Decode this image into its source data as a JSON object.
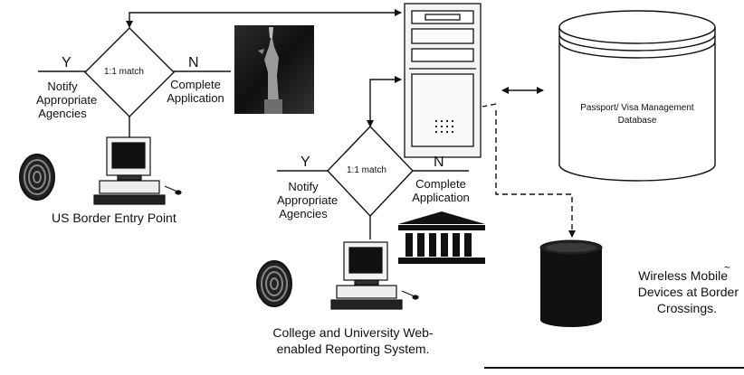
{
  "entry_point": {
    "decision_label": "1:1 match",
    "yes_letter": "Y",
    "no_letter": "N",
    "yes_action_lines": [
      "Notify",
      "Appropriate",
      "Agencies"
    ],
    "no_action_lines": [
      "Complete",
      "Application"
    ],
    "caption": "US Border Entry Point"
  },
  "college_system": {
    "decision_label": "1:1 match",
    "yes_letter": "Y",
    "no_letter": "N",
    "yes_action_lines": [
      "Notify",
      "Appropriate",
      "Agencies"
    ],
    "no_action_lines": [
      "Complete",
      "Application"
    ],
    "caption_lines": [
      "College and University Web-",
      "enabled Reporting System."
    ]
  },
  "database": {
    "label_lines": [
      "Passport/ Visa Management",
      "Database"
    ]
  },
  "mobile": {
    "label_lines": [
      "Wireless Mobile",
      "Devices at Border",
      "Crossings."
    ]
  }
}
